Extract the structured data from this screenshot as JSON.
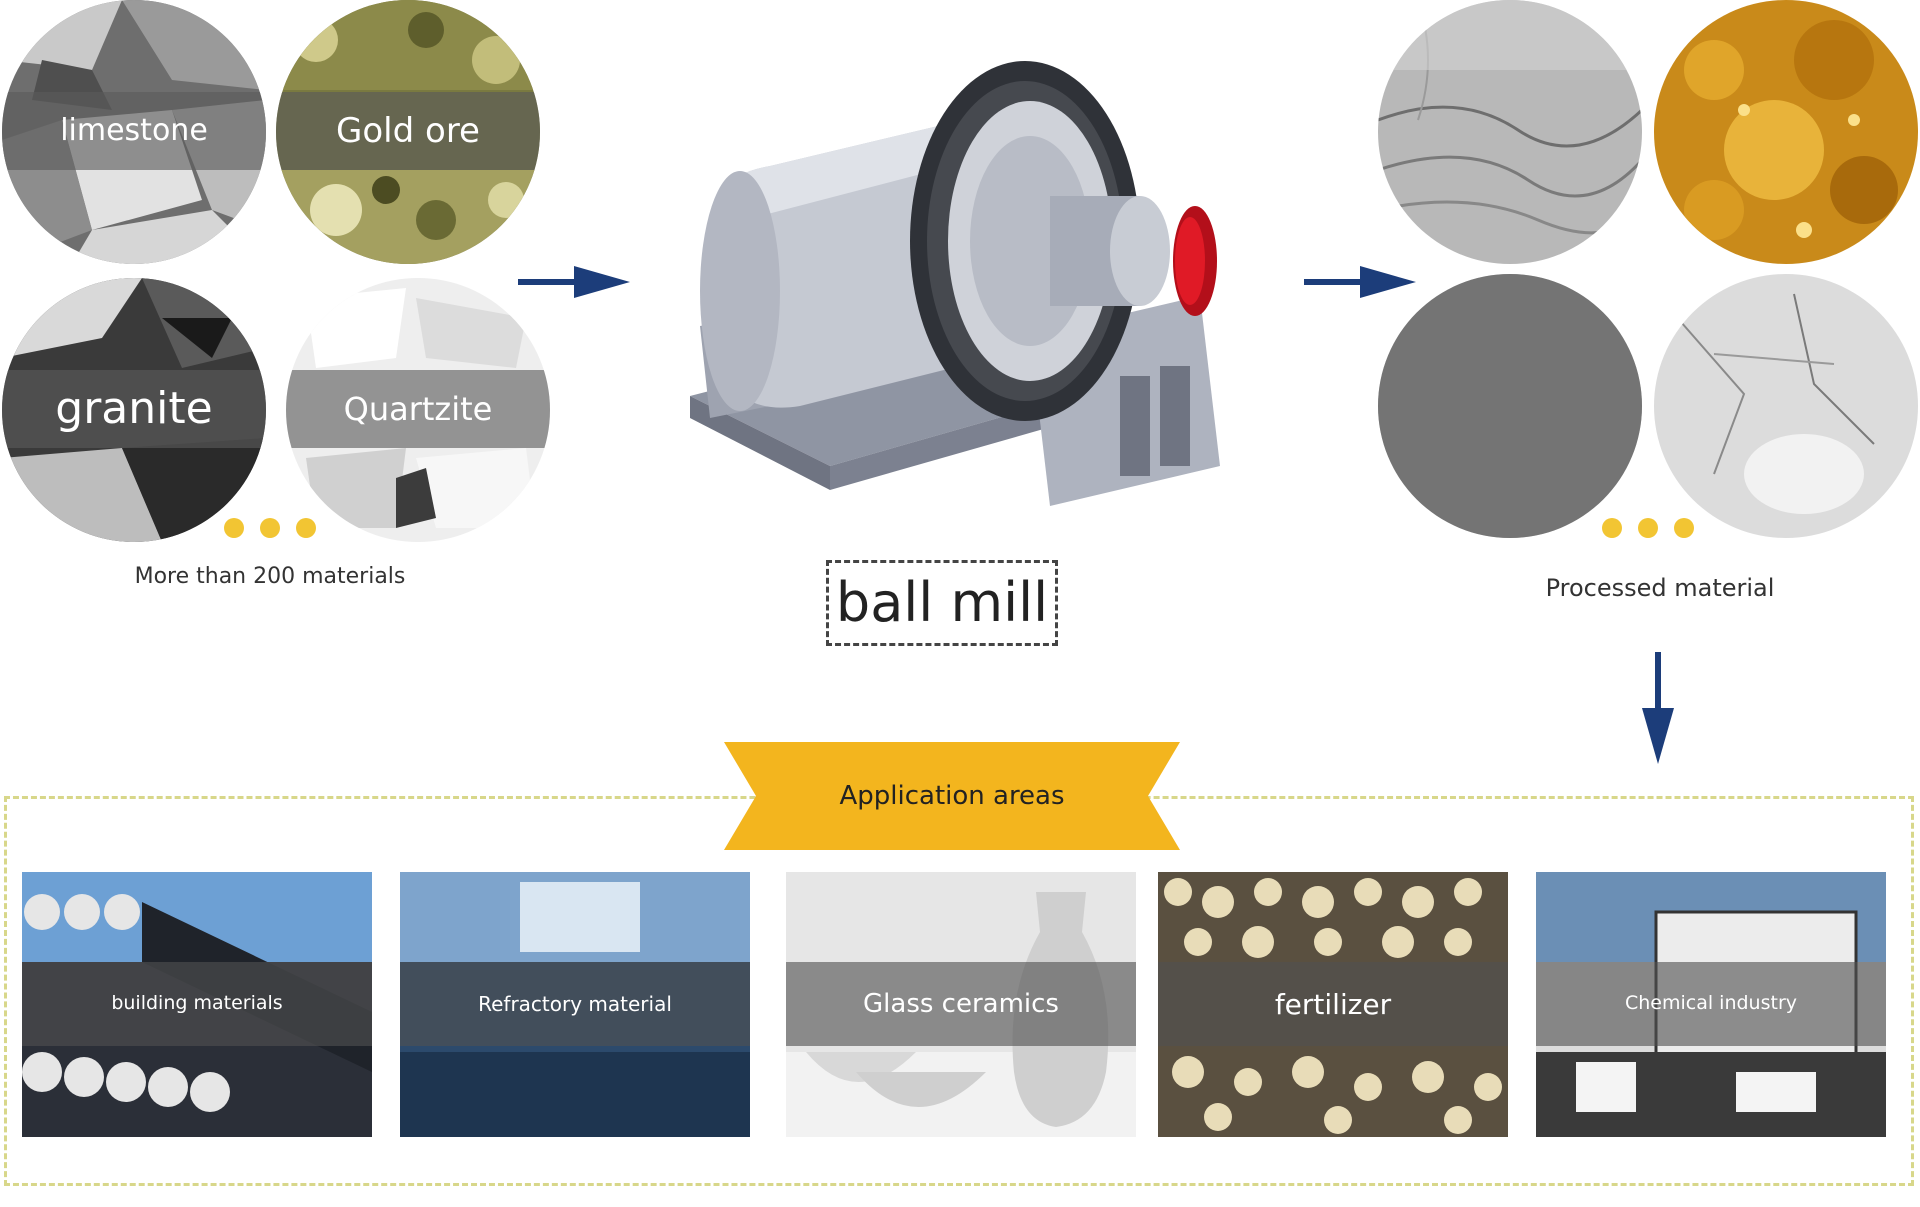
{
  "raw_materials": {
    "items": [
      {
        "label": "limestone"
      },
      {
        "label": "Gold ore"
      },
      {
        "label": "granite"
      },
      {
        "label": "Quartzite"
      }
    ],
    "caption": "More than 200 materials"
  },
  "machine": {
    "label": "ball mill"
  },
  "processed": {
    "caption": "Processed material"
  },
  "applications": {
    "title": "Application areas",
    "items": [
      {
        "label": "building materials"
      },
      {
        "label": "Refractory material"
      },
      {
        "label": "Glass ceramics"
      },
      {
        "label": "fertilizer"
      },
      {
        "label": "Chemical industry"
      }
    ]
  },
  "colors": {
    "arrow": "#1c3d7a",
    "ribbon": "#f3b51e",
    "dots": "#f2c533",
    "frame": "#d8d78a"
  }
}
